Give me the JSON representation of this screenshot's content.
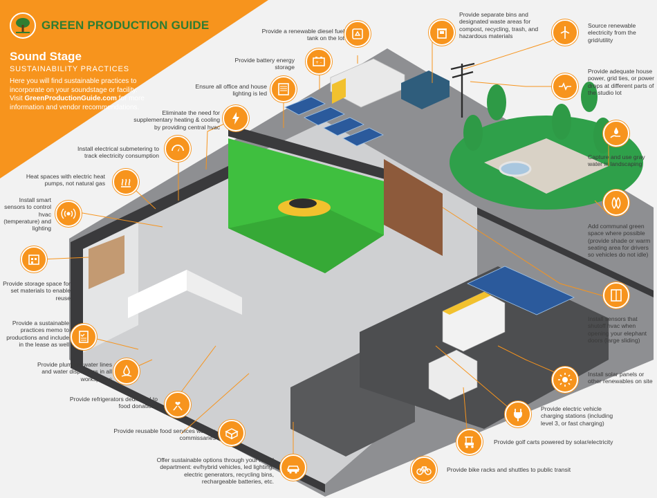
{
  "brand": {
    "name": "GREEN PRODUCTION GUIDE"
  },
  "intro": {
    "title": "Sound Stage",
    "subtitle": "SUSTAINABILITY PRACTICES",
    "body_before": "Here you will find sustainable practices to incorporate on your soundstage or facility. Visit ",
    "site": "GreenProductionGuide.com",
    "body_after": " for more information and vendor recommendations."
  },
  "colors": {
    "accent": "#f7941d",
    "brand_green": "#2e7d32",
    "greenscreen": "#3fbf3f",
    "floor": "#c9cacc",
    "wall": "#3c3c3e"
  },
  "callouts": {
    "renewable_diesel": "Provide a renewable diesel fuel tank on the lot",
    "battery_storage": "Provide battery energy storage",
    "led_lighting": "Ensure all office and house lighting is led",
    "central_hvac": "Eliminate the need for supplementary heating & cooling by providing central hvac",
    "submetering": "Install electrical submetering to track electricity consumption",
    "heat_pumps": "Heat spaces with electric heat pumps, not natural gas",
    "smart_sensors": "Install smart sensors to control hvac (temperature) and lighting",
    "storage_space": "Provide storage space for set materials to enable reuse",
    "memo": "Provide a sustainable practices memo to productions and include in the lease as well",
    "water_lines": "Provide plumbed water lines and water dispensers in all workspaces",
    "refrigerators": "Provide refrigerators dedicated to food donations",
    "reusable_ware": "Provide reusable food services ware in commissaries",
    "rental_options": "Offer sustainable options through your rental department: ev/hybrid vehicles, led lighting, electric generators, recycling bins, rechargeable batteries, etc.",
    "waste_bins": "Provide separate bins and designated waste areas for compost, recycling, trash, and hazardous materials",
    "renewable_grid": "Source renewable electricity from the grid/utility",
    "house_power": "Provide adequate house power, grid ties, or power drops at different parts of the studio lot",
    "gray_water": "Capture and use gray water in landscaping",
    "green_space": "Add communal green space where possible (provide shade or warm seating area for drivers so vehicles do not idle)",
    "shutoff_sensors": "Install sensors that shutoff hvac when opening your elephant doors (large sliding)",
    "solar_panels": "Install solar panels or other renewables on site",
    "ev_charging": "Provide electric vehicle charging stations (including level 3, or fast charging)",
    "golf_carts": "Provide golf carts powered by solar/electricity",
    "bike_racks": "Provide bike racks and shuttles to public transit"
  },
  "icons": {
    "renewable_diesel": "recycle-fuel-icon",
    "battery_storage": "battery-icon",
    "led_lighting": "light-panel-icon",
    "central_hvac": "lightning-bolt-icon",
    "submetering": "meter-gauge-icon",
    "heat_pumps": "heat-waves-icon",
    "smart_sensors": "sensor-signal-icon",
    "storage_space": "storage-box-icon",
    "memo": "checklist-memo-icon",
    "water_lines": "water-drop-icon",
    "refrigerators": "fork-knife-heart-icon",
    "reusable_ware": "takeout-box-icon",
    "rental_options": "car-icon",
    "waste_bins": "recycle-bin-icon",
    "renewable_grid": "wind-turbine-icon",
    "house_power": "power-plug-icon",
    "gray_water": "water-hand-icon",
    "green_space": "leaves-icon",
    "shutoff_sensors": "sliding-door-icon",
    "solar_panels": "sun-icon",
    "ev_charging": "ev-plug-icon",
    "golf_carts": "golf-cart-icon",
    "bike_racks": "bicycle-icon"
  }
}
